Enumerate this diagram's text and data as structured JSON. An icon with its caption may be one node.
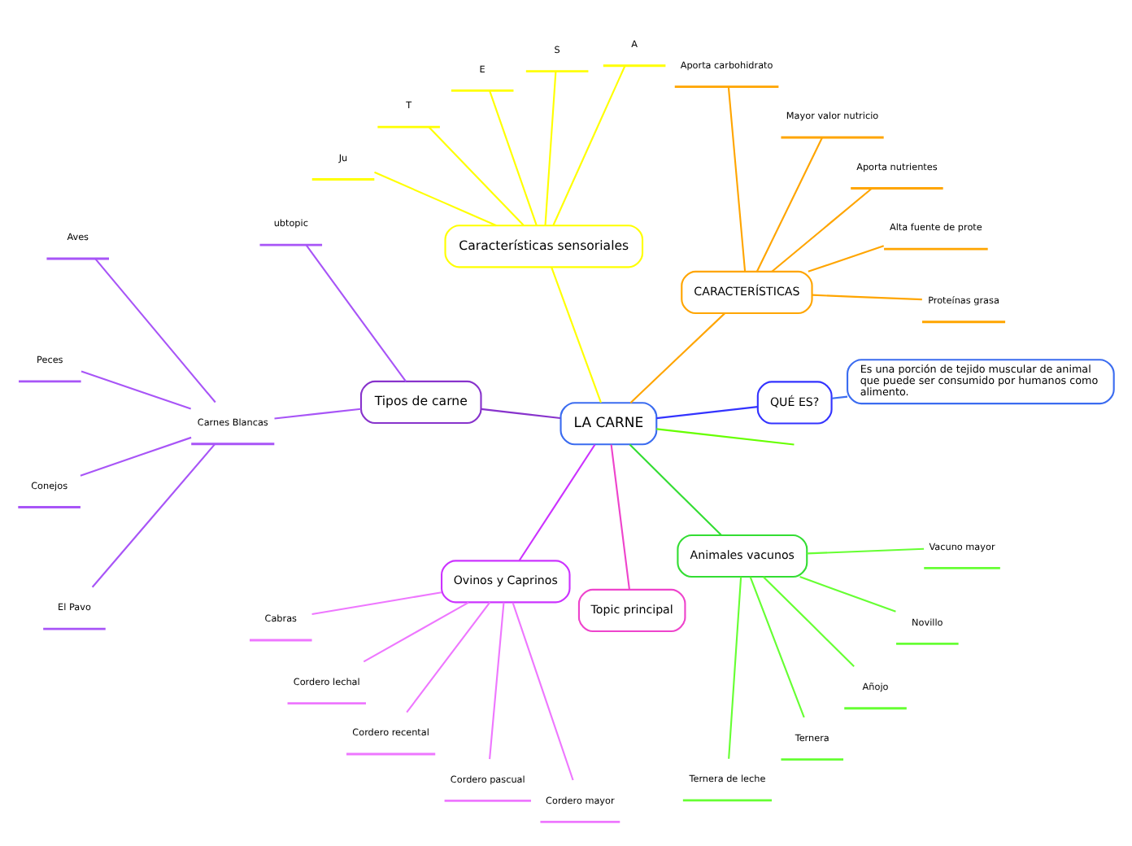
{
  "diagram": {
    "nodes": [
      {
        "text": [
          "LA CARNE"
        ]
      },
      {
        "text": [
          "QUÉ ES?"
        ]
      },
      {
        "text": [
          "Es una porción de tejido muscular de animal que puede ser consumido por humanos como alimento."
        ]
      },
      {
        "text": [
          "CARACTERÍSTICAS"
        ]
      },
      {
        "text": [
          "Proteínas grasa"
        ]
      },
      {
        "text": [
          "Alta fuente de prote"
        ]
      },
      {
        "text": [
          "Aporta nutrientes"
        ]
      },
      {
        "text": [
          "Mayor valor nutricio"
        ]
      },
      {
        "text": [
          "Aporta carbohidrato"
        ]
      },
      {
        "text": [
          "Características sensoriales"
        ]
      },
      {
        "text": [
          "A"
        ]
      },
      {
        "text": [
          "S"
        ]
      },
      {
        "text": [
          "E"
        ]
      },
      {
        "text": [
          "T"
        ]
      },
      {
        "text": [
          "Ju"
        ]
      },
      {
        "text": [
          "Tipos de carne"
        ]
      },
      {
        "text": [
          "ubtopic"
        ]
      },
      {
        "text": [
          "Carnes Blancas"
        ]
      },
      {
        "text": [
          "Aves"
        ]
      },
      {
        "text": [
          "Peces"
        ]
      },
      {
        "text": [
          "Conejos"
        ]
      },
      {
        "text": [
          "El Pavo"
        ]
      },
      {
        "text": [
          "Ovinos y Caprinos"
        ]
      },
      {
        "text": [
          "Cabras"
        ]
      },
      {
        "text": [
          "Cordero lechal"
        ]
      },
      {
        "text": [
          "Cordero recental"
        ]
      },
      {
        "text": [
          "Cordero pascual"
        ]
      },
      {
        "text": [
          "Cordero mayor"
        ]
      },
      {
        "text": [
          "Topic principal"
        ]
      },
      {
        "text": [
          "Animales vacunos"
        ]
      },
      {
        "text": [
          "Ternera de leche"
        ]
      },
      {
        "text": [
          "Ternera"
        ]
      },
      {
        "text": [
          "Añojo"
        ]
      },
      {
        "text": [
          "Novillo"
        ]
      },
      {
        "text": [
          "Vacuno mayor"
        ]
      }
    ],
    "edges": [
      {
        "from": 0,
        "to": 1,
        "arrow": "none",
        "color": "#3333ff"
      },
      {
        "from": 1,
        "to": 2,
        "arrow": "none",
        "color": "#3b6cf0"
      },
      {
        "from": 0,
        "to": 3,
        "arrow": "none",
        "color": "#ffa500"
      },
      {
        "from": 3,
        "to": 4,
        "arrow": "none",
        "color": "#ffa500"
      },
      {
        "from": 3,
        "to": 5,
        "arrow": "none",
        "color": "#ffa500"
      },
      {
        "from": 3,
        "to": 6,
        "arrow": "none",
        "color": "#ffa500"
      },
      {
        "from": 3,
        "to": 7,
        "arrow": "none",
        "color": "#ffa500"
      },
      {
        "from": 3,
        "to": 8,
        "arrow": "none",
        "color": "#ffa500"
      },
      {
        "from": 0,
        "to": 9,
        "arrow": "none",
        "color": "#ffff00"
      },
      {
        "from": 9,
        "to": 10,
        "arrow": "none",
        "color": "#ffff00"
      },
      {
        "from": 9,
        "to": 11,
        "arrow": "none",
        "color": "#ffff00"
      },
      {
        "from": 9,
        "to": 12,
        "arrow": "none",
        "color": "#ffff00"
      },
      {
        "from": 9,
        "to": 13,
        "arrow": "none",
        "color": "#ffff00"
      },
      {
        "from": 9,
        "to": 14,
        "arrow": "none",
        "color": "#ffff00"
      },
      {
        "from": 0,
        "to": null,
        "arrow": "none",
        "color": "#66ff00"
      },
      {
        "from": 0,
        "to": 15,
        "arrow": "none",
        "color": "#8833cc"
      },
      {
        "from": 15,
        "to": 16,
        "arrow": "none",
        "color": "#a855f7"
      },
      {
        "from": 15,
        "to": 17,
        "arrow": "none",
        "color": "#a855f7"
      },
      {
        "from": 17,
        "to": 18,
        "arrow": "none",
        "color": "#a855f7"
      },
      {
        "from": 17,
        "to": 19,
        "arrow": "none",
        "color": "#a855f7"
      },
      {
        "from": 17,
        "to": 20,
        "arrow": "none",
        "color": "#a855f7"
      },
      {
        "from": 17,
        "to": 21,
        "arrow": "none",
        "color": "#a855f7"
      },
      {
        "from": 0,
        "to": 22,
        "arrow": "none",
        "color": "#cc33ff"
      },
      {
        "from": 22,
        "to": 23,
        "arrow": "none",
        "color": "#ee77ff"
      },
      {
        "from": 22,
        "to": 24,
        "arrow": "none",
        "color": "#ee77ff"
      },
      {
        "from": 22,
        "to": 25,
        "arrow": "none",
        "color": "#ee77ff"
      },
      {
        "from": 22,
        "to": 26,
        "arrow": "none",
        "color": "#ee77ff"
      },
      {
        "from": 22,
        "to": 27,
        "arrow": "none",
        "color": "#ee77ff"
      },
      {
        "from": 0,
        "to": 28,
        "arrow": "none",
        "color": "#ee44cc"
      },
      {
        "from": 0,
        "to": 29,
        "arrow": "none",
        "color": "#33dd33"
      },
      {
        "from": 29,
        "to": 30,
        "arrow": "none",
        "color": "#66ff33"
      },
      {
        "from": 29,
        "to": 31,
        "arrow": "none",
        "color": "#66ff33"
      },
      {
        "from": 29,
        "to": 32,
        "arrow": "none",
        "color": "#66ff33"
      },
      {
        "from": 29,
        "to": 33,
        "arrow": "none",
        "color": "#66ff33"
      },
      {
        "from": 29,
        "to": 34,
        "arrow": "none",
        "color": "#66ff33"
      }
    ]
  }
}
